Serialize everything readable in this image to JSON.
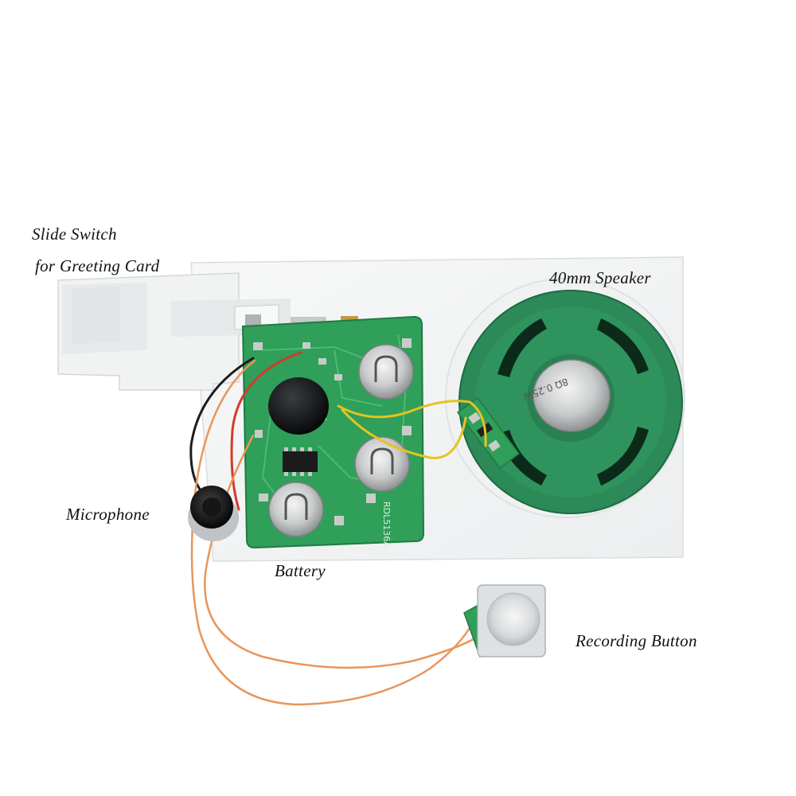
{
  "labels": {
    "slide_switch_line1": "Slide Switch",
    "slide_switch_line2": "for Greeting Card",
    "speaker": "40mm Speaker",
    "microphone": "Microphone",
    "battery": "Battery",
    "recording_button": "Recording Button"
  },
  "markings": {
    "pcb": "RDL5136A",
    "speaker_cap": "8Ω 0.25W"
  },
  "colors": {
    "background": "#ffffff",
    "card": "#f4f5f5",
    "pcb": "#2f9f5a",
    "speaker": "#2c8a58",
    "wire_orange": "#e9955a",
    "wire_red": "#d53a2a",
    "wire_yellow": "#e6c321"
  }
}
